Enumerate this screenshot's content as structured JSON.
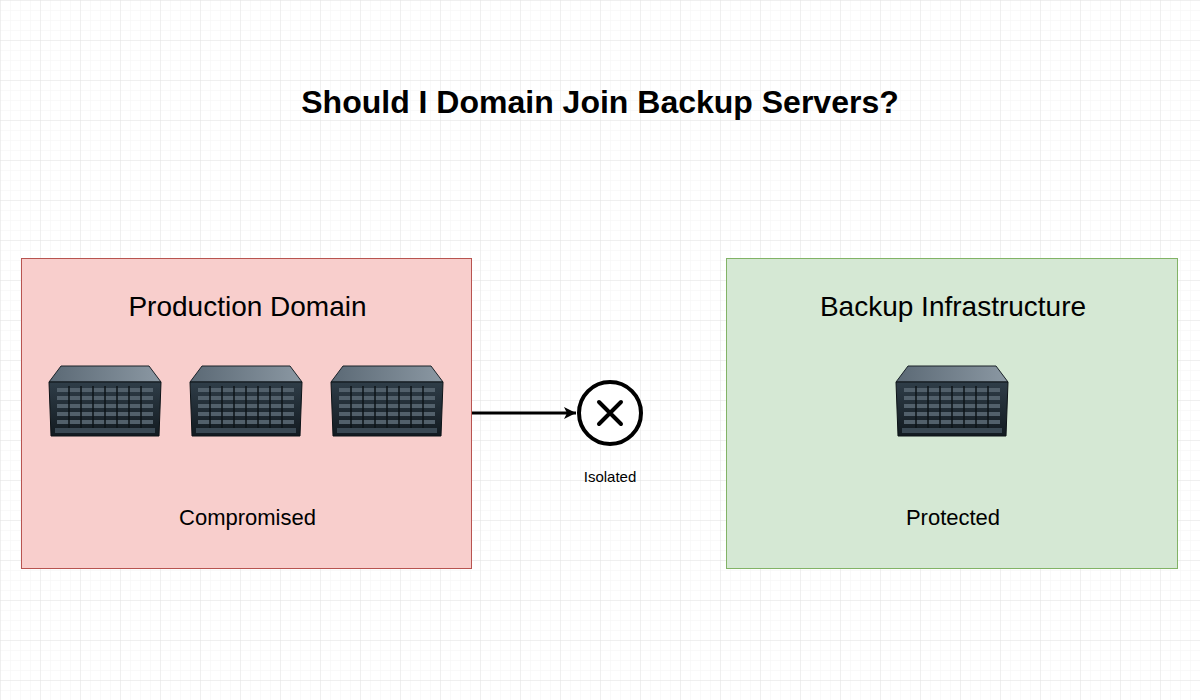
{
  "diagram": {
    "title": "Should I Domain Join Backup Servers?",
    "nodes": [
      {
        "text": [
          "Production Domain",
          "Compromised"
        ]
      },
      {
        "text": [
          "Isolated"
        ]
      },
      {
        "text": [
          "Backup Infrastructure",
          "Protected"
        ]
      }
    ],
    "edges": [
      {
        "from": 0,
        "to": 1,
        "arrow": "to"
      }
    ]
  }
}
